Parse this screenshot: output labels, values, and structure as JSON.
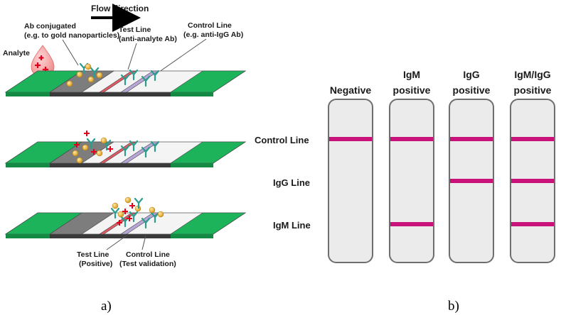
{
  "panel_a": {
    "flow_direction": "Flow direction",
    "analyte": "Analyte",
    "ab_conjugated_1": "Ab conjugated",
    "ab_conjugated_2": "(e.g. to gold nanoparticles)",
    "test_line_1": "Test Line",
    "test_line_2": "(anti-analyte Ab)",
    "control_line_1": "Control Line",
    "control_line_2": "(e.g. anti-IgG Ab)",
    "bottom_test_1": "Test Line",
    "bottom_test_2": "(Positive)",
    "bottom_control_1": "Control Line",
    "bottom_control_2": "(Test validation)",
    "caption": "a)"
  },
  "panel_b": {
    "row_labels": {
      "control": "Control Line",
      "igg": "IgG Line",
      "igm": "IgM Line"
    },
    "strips": [
      {
        "title_1": "",
        "title_2": "Negative",
        "control": true,
        "igg": false,
        "igm": false
      },
      {
        "title_1": "IgM",
        "title_2": "positive",
        "control": true,
        "igg": false,
        "igm": true
      },
      {
        "title_1": "IgG",
        "title_2": "positive",
        "control": true,
        "igg": true,
        "igm": false
      },
      {
        "title_1": "IgM/IgG",
        "title_2": "positive",
        "control": true,
        "igg": true,
        "igm": true
      }
    ],
    "caption": "b)"
  },
  "colors": {
    "pad_green": "#1db35a",
    "band_magenta": "#c8127a",
    "strip_fill": "#ebebeb",
    "strip_stroke": "#6e6e6e",
    "test_band": "#e05a64",
    "control_band": "#b7a6d8"
  }
}
